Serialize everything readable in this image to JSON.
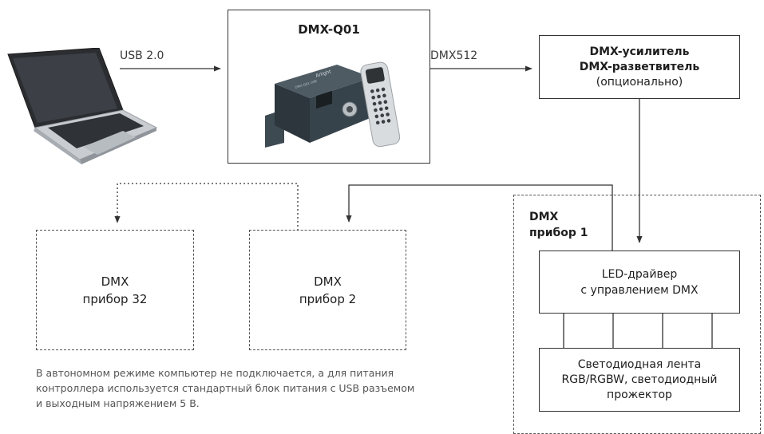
{
  "connections": {
    "laptop_to_controller": "USB 2.0",
    "controller_to_amplifier": "DMX512"
  },
  "controller": {
    "title": "DMX-Q01",
    "device_brand": "Arlight",
    "device_model": "DMX-Q01 USB"
  },
  "amplifier": {
    "line1": "DMX-усилитель",
    "line2": "DMX-разветвитель",
    "line3": "(опционально)"
  },
  "device1_group": {
    "line1": "DMX",
    "line2": "прибор 1"
  },
  "device2": {
    "line1": "DMX",
    "line2": "прибор 2"
  },
  "device32": {
    "line1": "DMX",
    "line2": "прибор 32"
  },
  "driver": {
    "line1": "LED-драйвер",
    "line2": "с управлением DMX"
  },
  "strip": {
    "line1": "Светодиодная лента",
    "line2": "RGB/RGBW, светодиодный",
    "line3": "прожектор"
  },
  "note": {
    "line1": "В автономном режиме компьютер не подключается, а для питания",
    "line2": "контроллера используется стандартный блок питания с USB разъемом",
    "line3": "и выходным напряжением 5 В."
  }
}
